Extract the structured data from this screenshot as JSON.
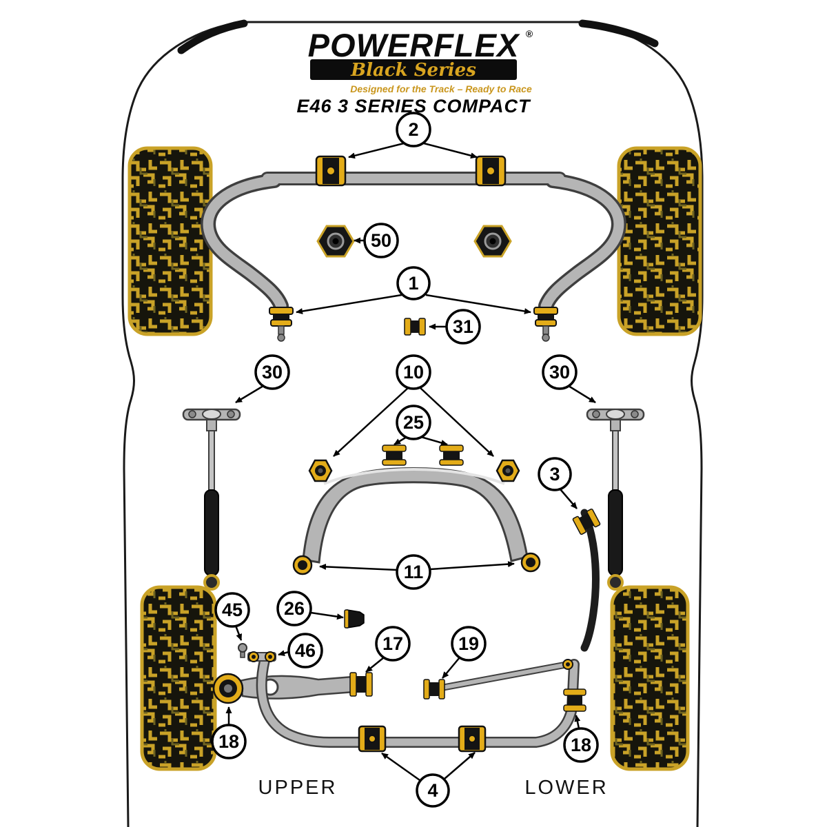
{
  "header": {
    "brand": "POWERFLEX",
    "registered": "®",
    "series": "Black Series",
    "tagline": "Designed for the Track – Ready to Race",
    "model": "E46 3 SERIES COMPACT"
  },
  "footer": {
    "upper": "UPPER",
    "lower": "LOWER"
  },
  "callouts": {
    "c2": {
      "label": "2"
    },
    "c50": {
      "label": "50"
    },
    "c1": {
      "label": "1"
    },
    "c31": {
      "label": "31"
    },
    "c30_left": {
      "label": "30"
    },
    "c30_right": {
      "label": "30"
    },
    "c10": {
      "label": "10"
    },
    "c25": {
      "label": "25"
    },
    "c3": {
      "label": "3"
    },
    "c11": {
      "label": "11"
    },
    "c45": {
      "label": "45"
    },
    "c26": {
      "label": "26"
    },
    "c46": {
      "label": "46"
    },
    "c17": {
      "label": "17"
    },
    "c19": {
      "label": "19"
    },
    "c18_left": {
      "label": "18"
    },
    "c18_right": {
      "label": "18"
    },
    "c4": {
      "label": "4"
    }
  },
  "colors": {
    "brand_gold": "#d9a520",
    "bush_yellow": "#e3ac19",
    "part_gray": "#b5b5b5",
    "part_dark": "#3f3f3f",
    "outline_black": "#111111",
    "background": "#ffffff"
  }
}
